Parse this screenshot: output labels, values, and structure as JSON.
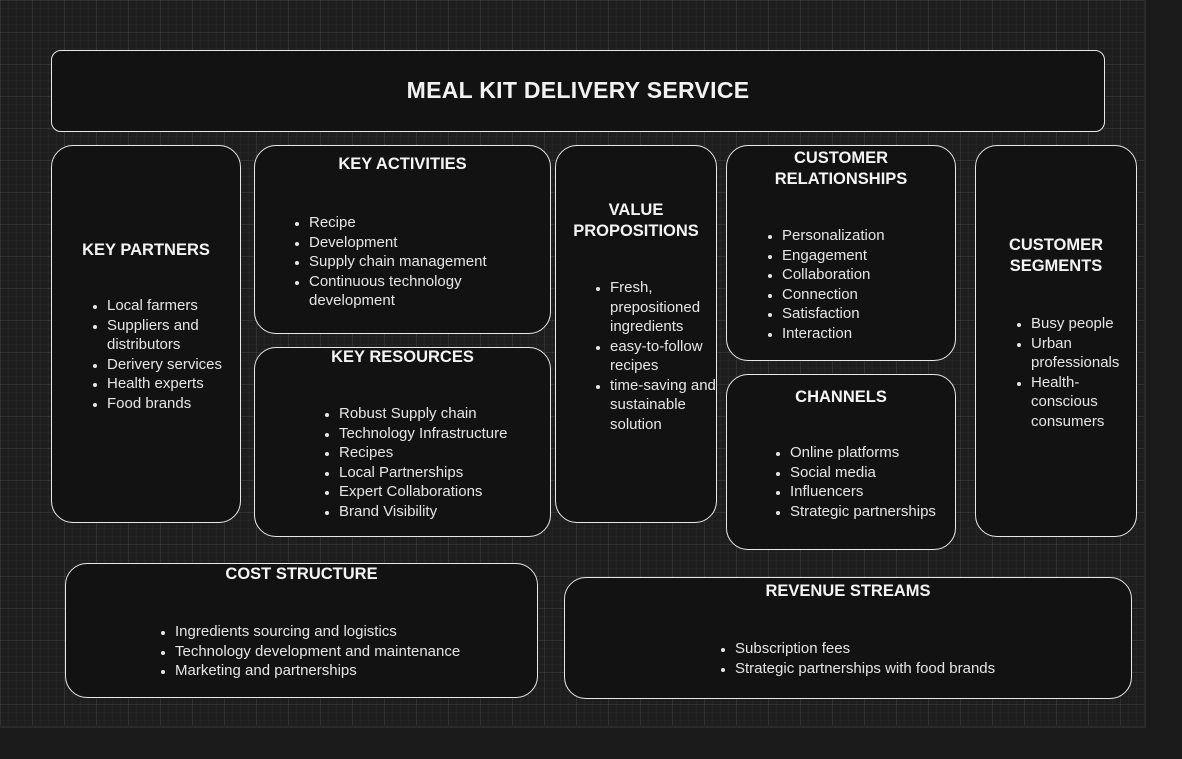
{
  "title": "MEAL KIT DELIVERY SERVICE",
  "key_partners": {
    "heading": "KEY PARTNERS",
    "items": [
      "Local farmers",
      "Suppliers and distributors",
      "Derivery services",
      "Health experts",
      "Food brands"
    ]
  },
  "key_activities": {
    "heading": "KEY ACTIVITIES",
    "items": [
      "Recipe",
      "Development",
      "Supply chain management",
      "Continuous technology development"
    ]
  },
  "key_resources": {
    "heading": "KEY RESOURCES",
    "items": [
      "Robust Supply chain",
      "Technology Infrastructure",
      "Recipes",
      "Local Partnerships",
      "Expert Collaborations",
      "Brand Visibility"
    ]
  },
  "value_propositions": {
    "heading": "VALUE PROPOSITIONS",
    "items": [
      "Fresh, prepositioned ingredients",
      "easy-to-follow recipes",
      "time-saving and sustainable solution"
    ]
  },
  "customer_relationships": {
    "heading": "CUSTOMER RELATIONSHIPS",
    "items": [
      "Personalization",
      "Engagement",
      "Collaboration",
      "Connection",
      "Satisfaction",
      "Interaction"
    ]
  },
  "channels": {
    "heading": "CHANNELS",
    "items": [
      "Online platforms",
      "Social media",
      "Influencers",
      "Strategic partnerships"
    ]
  },
  "customer_segments": {
    "heading": "CUSTOMER SEGMENTS",
    "items": [
      "Busy people",
      "Urban professionals",
      "Health-conscious consumers"
    ]
  },
  "cost_structure": {
    "heading": "COST STRUCTURE",
    "items": [
      "Ingredients sourcing and logistics",
      "Technology development and maintenance",
      "Marketing and partnerships"
    ]
  },
  "revenue_streams": {
    "heading": "REVENUE STREAMS",
    "items": [
      "Subscription fees",
      "Strategic partnerships with food brands"
    ]
  }
}
